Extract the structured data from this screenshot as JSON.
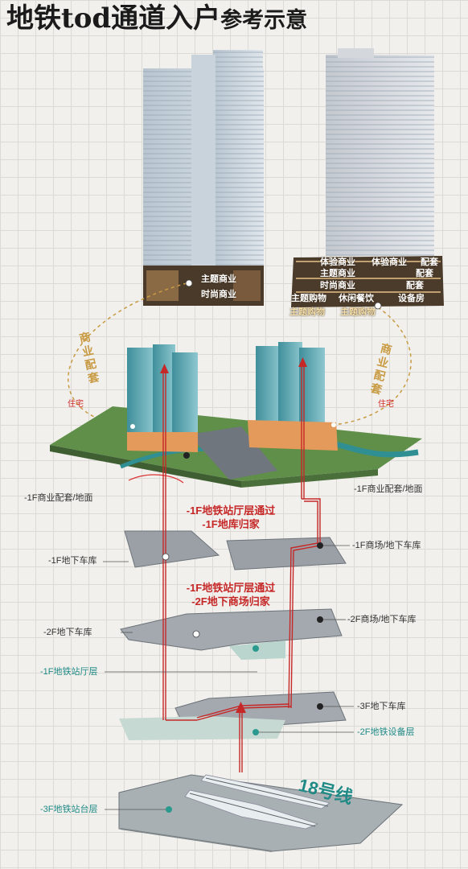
{
  "title": {
    "main": "地铁tod通道入户",
    "sub": "参考示意"
  },
  "colors": {
    "route": "#c62828",
    "teal_label": "#1f8a86",
    "arc": "#c89a42",
    "slab": "#9aa0a6",
    "water": "#2f8f93",
    "ground": "#5f8f49"
  },
  "left_tower": {
    "tags": [
      "主题商业",
      "时尚商业"
    ]
  },
  "right_tower": {
    "tags": [
      "体验商业",
      "体验商业",
      "配套",
      "主题商业",
      "配套",
      "时尚商业",
      "配套",
      "主题购物",
      "休闲餐饮",
      "设备房",
      "主题购物",
      "主题购物"
    ]
  },
  "arc_labels": {
    "left": "商业配套",
    "right": "商业配套"
  },
  "site_labels": {
    "left": "住宅",
    "right": "住宅"
  },
  "levels": {
    "left_b1_commercial": "-1F商业配套/地面",
    "right_b1_commercial": "-1F商业配套/地面",
    "left_b1_parking": "-1F地下车库",
    "right_b1_mall_parking": "-1F商场/地下车库",
    "left_b2_parking": "-2F地下车库",
    "right_b2_mall_parking": "-2F商场/地下车库",
    "metro_hall": "-1F地铁站厅层",
    "right_b3_parking": "-3F地下车库",
    "metro_equipment": "-2F地铁设备层",
    "metro_platform": "-3F地铁站台层"
  },
  "routes": {
    "route1": {
      "line1": "-1F地铁站厅层通过",
      "line2": "-1F地库归家"
    },
    "route2": {
      "line1": "-1F地铁站厅层通过",
      "line2": "-2F地下商场归家"
    }
  },
  "metro_line": "18号线"
}
